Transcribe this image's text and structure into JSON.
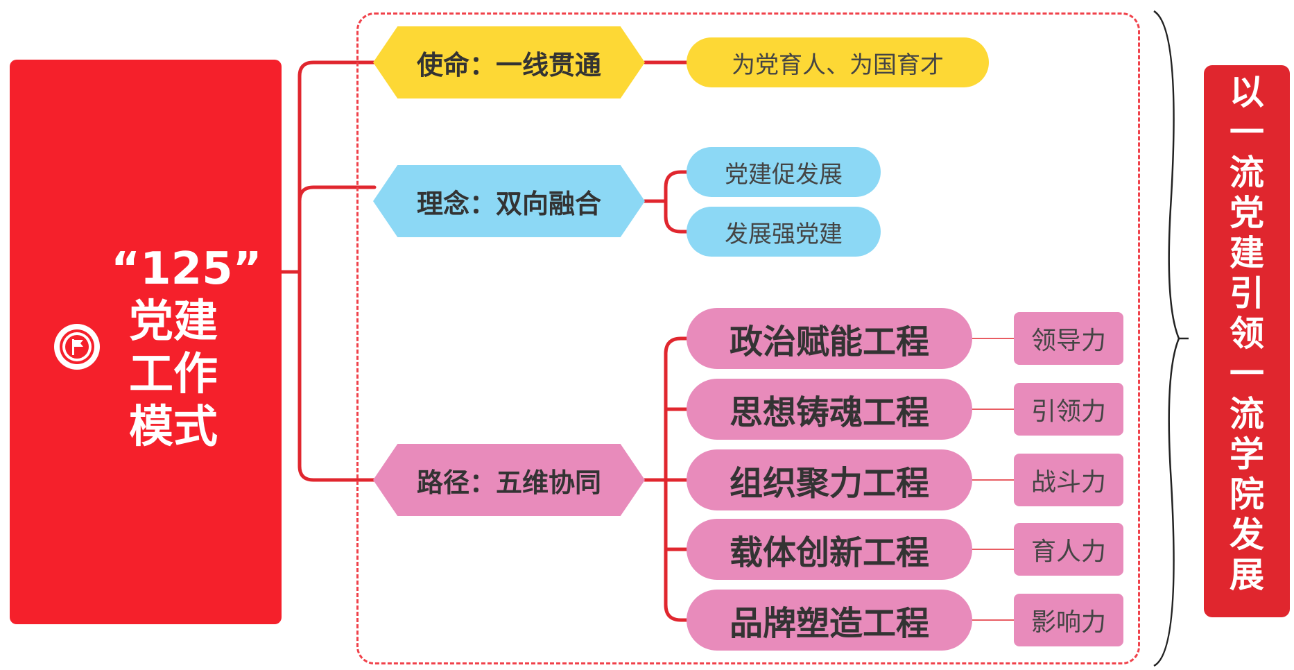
{
  "root": {
    "lines": [
      "“125”",
      "党建",
      "工作",
      "模式"
    ],
    "icon": "flag-icon",
    "color": "#f5202b"
  },
  "branches": [
    {
      "label": "使命：一线贯通",
      "color": "#fdd835",
      "children": [
        {
          "label": "为党育人、为国育才"
        }
      ]
    },
    {
      "label": "理念：双向融合",
      "color": "#8cd8f5",
      "children": [
        {
          "label": "党建促发展"
        },
        {
          "label": "发展强党建"
        }
      ]
    },
    {
      "label": "路径：五维协同",
      "color": "#e88bbb",
      "children": [
        {
          "label": "政治赋能工程",
          "tag": "领导力"
        },
        {
          "label": "思想铸魂工程",
          "tag": "引领力"
        },
        {
          "label": "组织聚力工程",
          "tag": "战斗力"
        },
        {
          "label": "载体创新工程",
          "tag": "育人力"
        },
        {
          "label": "品牌塑造工程",
          "tag": "影响力"
        }
      ]
    }
  ],
  "summary": {
    "chars": [
      "以",
      "一",
      "流",
      "党",
      "建",
      "引",
      "领",
      "一",
      "流",
      "学",
      "院",
      "发",
      "展"
    ],
    "color": "#e0262e"
  },
  "colors": {
    "connector": "#e0262e",
    "frame": "#f0414a"
  }
}
